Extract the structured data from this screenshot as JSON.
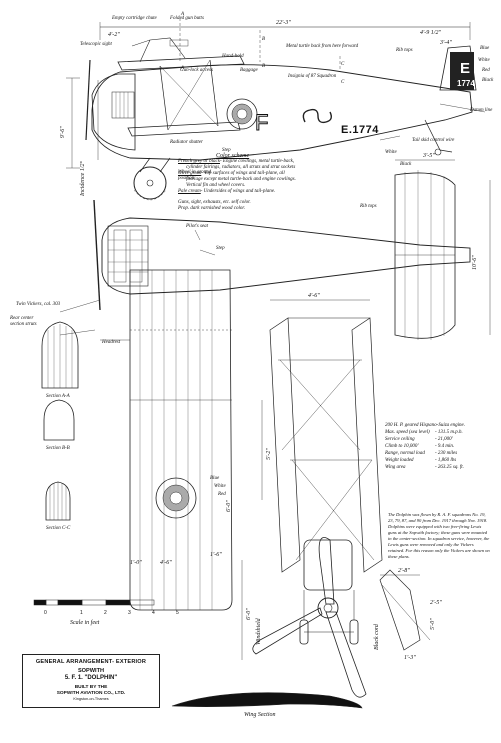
{
  "labels": {
    "empty_cartridge_chute": "Empty cartridge chute",
    "folded_gun_butts": "Folded gun butts",
    "telescopic_sight": "Telescopic sight",
    "hand_hold": "Hand-hold",
    "metal_turtle_back": "Metal turtle back from here forward",
    "insignia": "Insignia of 87 Squadron",
    "gun_lock_access": "Gun-lock access",
    "baggage": "Baggage",
    "radiator_shutter": "Radiator shutter",
    "step_side": "Step",
    "wheel_ground": "Wheel in ground position",
    "white_1": "White",
    "black_1": "Black",
    "tail_skid_wire": "Tail skid control wire",
    "rib_tops_1": "Rib tops",
    "blue_1": "Blue",
    "white_2": "White",
    "red_1": "Red",
    "black_2": "Black",
    "datum_line": "Datum line",
    "pilots_seat": "Pilot's seat",
    "step_plan": "Step",
    "rib_tops_2": "Rib tops",
    "twin_vickers": "Twin Vickers, cal. 303",
    "headrest": "Headrest",
    "rear_center_section_struts": "Rear center section struts",
    "section_aa": "Section A-A",
    "section_bb": "Section B-B",
    "section_cc": "Section C-C",
    "blue_2": "Blue",
    "white_3": "White",
    "red_2": "Red",
    "windshield": "Windshield",
    "black_cord": "Black cord",
    "wing_section": "Wing Section",
    "scale_label": "Scale in feet",
    "sec_a1": "A",
    "sec_a2": "A",
    "sec_b1": "B",
    "sec_b2": "B",
    "sec_c1": "C",
    "sec_c2": "C"
  },
  "dimensions": {
    "span_overall": "22'-3\"",
    "nose_4_2": "4'-2\"",
    "tail_4_9": "4'-9 1/2\"",
    "tail_3_4": "3'-4\"",
    "height_9_6": "9'-6\"",
    "incidence": "Incidence 1/2°",
    "plan_3_5": "3'-5\"",
    "span_plan": "10'-6\"",
    "front_4_6": "4'-6\"",
    "strut_5_2": "5'-2\"",
    "gap_6_0": "6'-0\"",
    "front_6_0": "6'-0\"",
    "front_4_6b": "4'-6\"",
    "front_1_6": "1'-6\"",
    "front_1_0": "1'-0\"",
    "ls_2_8": "2'-8\"",
    "ls_5_0": "5'-0\"",
    "ls_1_3": "1'-3\"",
    "ls_2_5": "2'-5\""
  },
  "markings": {
    "serial_fuselage": "E.1774",
    "tail_letter": "E",
    "tail_serial": "1774",
    "fuselage_letter": "F"
  },
  "color_scheme": {
    "title": "Color scheme",
    "lines": [
      {
        "key": "French grey or black",
        "text": "- Engine cowlings, metal turtle-back,"
      },
      {
        "key": "",
        "text": "cylinder fairings, radiators, all struts and strut sockets"
      },
      {
        "key": "Olive green",
        "text": "- Top surfaces of wings and tail-plane, all"
      },
      {
        "key": "",
        "text": "fuselage except metal turtle-back and engine cowlings."
      },
      {
        "key": "",
        "text": "Vertical fin and wheel covers."
      },
      {
        "key": "Pale cream",
        "text": "- Undersides of wings and tail-plane."
      },
      {
        "key": "",
        "text": ""
      },
      {
        "key": "",
        "text": "Guns, sight, exhausts, etc. self color."
      },
      {
        "key": "",
        "text": "Prop. dark varnished wood color."
      }
    ]
  },
  "specs": {
    "engine": "200 H. P. geared Hispano-Suiza engine.",
    "rows": [
      {
        "k": "Max. speed (sea level)",
        "v": "- 131.5 m.p.h."
      },
      {
        "k": "Service ceiling",
        "v": "- 21,000'"
      },
      {
        "k": "Climb to 10,000'",
        "v": "- 9.4 min."
      },
      {
        "k": "Range, normal load",
        "v": "- 230 miles"
      },
      {
        "k": "Weight loaded",
        "v": "- 1,860 lbs"
      },
      {
        "k": "Wing area",
        "v": "- 263.25 sq. ft."
      }
    ]
  },
  "history": {
    "text": "The Dolphin was flown by R. A. F. squadrons No. 19, 23, 79, 87, and 90 from Dec. 1917 through Nov. 1918. Dolphins were equipped with two free-firing Lewis guns at the Sopwith factory; these guns were mounted in the center-section. In squadron service, however, the Lewis guns were removed and only the Vickers retained. For this reason only the Vickers are shown on these plans."
  },
  "title_block": {
    "line1": "GENERAL ARRANGEMENT- EXTERIOR",
    "line2": "SOPWITH",
    "line3": "5. F. 1. \"DOLPHIN\"",
    "line4": "BUILT BY THE",
    "line5": "SOPWITH AVIATION CO., LTD.",
    "line6": "Kingston-on-Thames"
  },
  "scale": {
    "ticks": [
      "0",
      "1",
      "2",
      "3",
      "4",
      "5"
    ]
  }
}
